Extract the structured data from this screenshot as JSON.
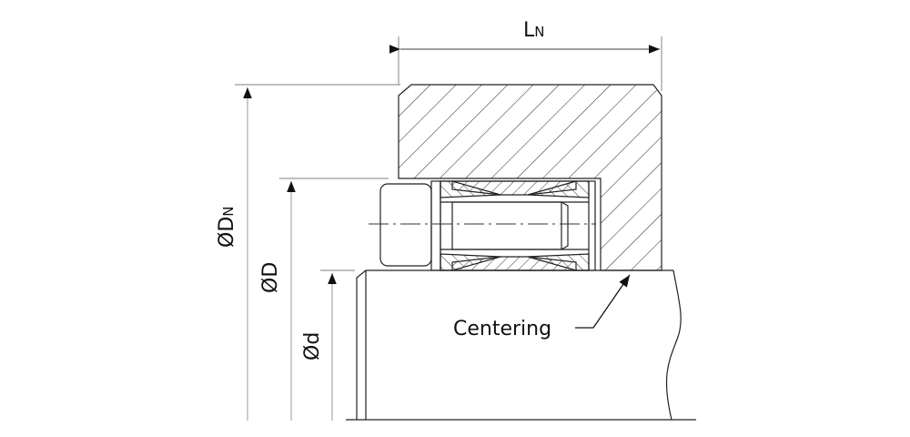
{
  "diagram": {
    "labels": {
      "length_main": "L",
      "length_sub": "N",
      "outer_diameter_main": "ØD",
      "outer_diameter_sub": "N",
      "bore_diameter": "ØD",
      "shaft_diameter": "Ød",
      "centering": "Centering"
    },
    "colors": {
      "line": "#222222",
      "dimension": "#999999",
      "background": "#ffffff"
    }
  }
}
